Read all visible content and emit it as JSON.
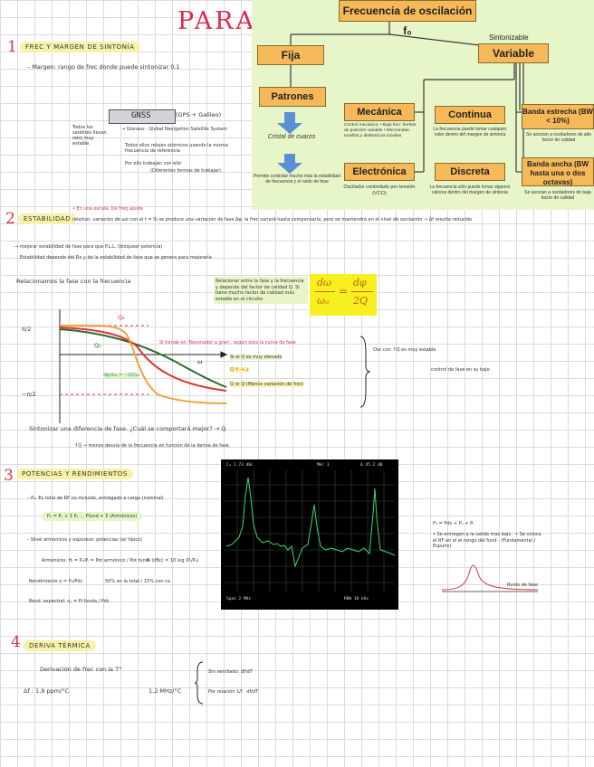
{
  "title_word": "PARAMS",
  "mindmap": {
    "root": "Frecuencia de oscilación f₀",
    "fija": "Fija",
    "tunable_label": "Sintonizable",
    "variable": "Variable",
    "patrones": "Patrones",
    "cristal": "Cristal de cuarzo",
    "patrones_note": "Permite controlar mucho más la estabilidad de frecuencia y el ruido de fase",
    "mecanica": "Mecánica",
    "mecanica_note": "Control mecánico: • Bajo frec: ferrites de posición variable • Microondas: tornillos y dieléctricos móviles",
    "electronica": "Electrónica",
    "electronica_note": "Oscilador controlado por tensión (VCO)",
    "continua": "Continua",
    "continua_note": "La frecuencia puede tomar cualquier valor dentro del margen de sintonía",
    "discreta": "Discreta",
    "discreta_note": "La frecuencia sólo puede tomar algunos valores dentro del margen de sintonía",
    "estrecha": "Banda estrecha (BW < 10%)",
    "estrecha_note": "Se asocian a osciladores de alto factor de calidad",
    "ancha": "Banda ancha (BW hasta una o dos octavas)",
    "ancha_note": "Se asocian a osciladores de baja factor de calidad"
  },
  "sections": [
    {
      "num": "1",
      "title": "FREC Y MARGEN DE SINTONÍA"
    },
    {
      "num": "2",
      "title": "ESTABILIDAD"
    },
    {
      "num": "3",
      "title": "POTENCIAS Y RENDIMIENTOS"
    },
    {
      "num": "4",
      "title": "DERIVA TÉRMICA"
    }
  ],
  "s1": {
    "margen": "– Margen: rango de frec donde puede sintonizar 0.1",
    "gnss": "GNSS",
    "gnss_side": "(GPS + Galileo)",
    "gnss_full": "→ Glonass · Global Navigation Satellite System",
    "gnss_left": "Todos los satélites llevan reloj muy estable",
    "gnss_n1": "Todos ellos relojes atómicos usando la misma frecuencia de referencia",
    "gnss_n2": "Por ello trabajan con ello",
    "gnss_n3": "(Diferentes formas de trabajar)"
  },
  "s2": {
    "top_note": "• En una escala: De freq ajuste",
    "line1": "relativo: variación de ωo con el t  =  Si se produce una variación de fase Δφ, la frec variará hasta compensarla, pero se mantendrá en el nivel de oscilación → Δf resulta reducido",
    "line2": "→ mejorar estabilidad de fase para que P.L.L. (bloquear potencia)",
    "line3": "Estabilidad depende del Rx y de la estabilidad de fase que se genera para mejorarla",
    "relacion": "Relacionamos la fase con la frecuencia",
    "green_note": "Relacionar entre la fase y la frecuencia y depende del factor de calidad Q. Si tiene mucho factor de calidad más estable en el circuito",
    "formula_l1": "dω",
    "formula_l2": "ωₒ",
    "formula_eq": "=",
    "formula_r1": "dφ",
    "formula_r2": "2Q",
    "red_note": "Si tiende en 'Resonador a gran', según esta la curva de fase",
    "g_note1": "Si el Q es muy elevado",
    "g_note2": "Q ↑ → ↓ ",
    "g_note3": "Q ≫ Q (Menos variación de frec)",
    "plot_label_q1": "Q₁",
    "plot_label_q2": "Q₂",
    "plot_omega": "ω",
    "plot_top": "π/2",
    "plot_bot": "−π/2",
    "plot_deriv": "dφ/dω = −2Q/ω",
    "brace_note": "Osc con ↑Q es muy estable",
    "brace_note2": "control de fase en su bajo",
    "footer1": "Sintonizar una diferencia de fase. ¿Cuál se comportará mejor?  →  Q",
    "footer2": "↑Q → menos desvía de la frecuencia en función de la deriva de fase."
  },
  "s3": {
    "p1": "– P₀: Es total de RF no incluido, entregado a carga (nominal)",
    "formula": "P₀ = Pₒ + Σ P₁ ...  Pfund + Σ (Armónicos)",
    "p2": "– Nivel armónicos y espúreos: potencias (w/ típico)",
    "h1": "Armónicos:  Hᵢ = P₀/Pᵢ = Pot armónico / Pot fund",
    "h2": "N (dBc) = 10 log (Pᵢ/P₀)",
    "r1": "Rendimiento η = P₀/Pdc",
    "r2": "50% en la total / 15% con ca",
    "r3": "Rend. espectral: ηₛ = Pi funda / Pdc",
    "side": "P₀ = Pdc + Pₑ + Pₗ",
    "side_notes": "• Se entregan a la salida mas bajo · • Se coloca el RF en el el rango del fund · (Fundamental / Espurio)",
    "mini_label": "Ruido de fase"
  },
  "s4": {
    "line1": "Derivación de frec con la T°",
    "line2": "Δf : 1,9 ppm/°C",
    "line3": "1,2 MHz/°C",
    "brace1": "Sin ventilado: df/dT",
    "brace2": "Por relación 1/f · df/dT"
  },
  "spectrum": {
    "bg": "#000000",
    "trace": "#2fe06a",
    "labels": [
      "Cₘ 1.73 dBc",
      "Mkr 1",
      "Δ 45.2 dB",
      "Span 2 MHz",
      "RBW 10 kHz"
    ]
  }
}
